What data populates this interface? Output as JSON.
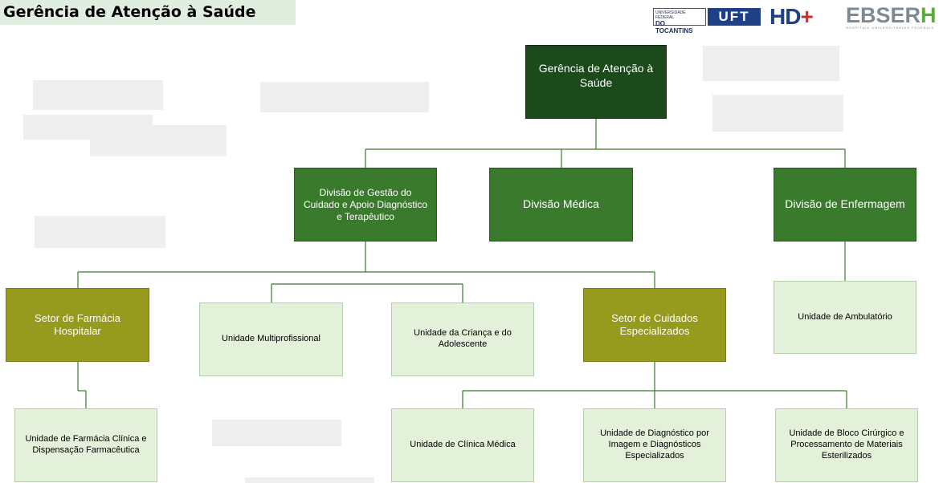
{
  "title": "Gerência de Atenção à Saúde",
  "logos": {
    "uft_line1": "UNIVERSIDADE FEDERAL",
    "uft_line2": "DO TOCANTINS",
    "uft_mark": "UFT",
    "hd_mark": "HD",
    "hd_plus": "+",
    "ebserh_main": "EBSER",
    "ebserh_h": "H",
    "ebserh_sub": "HOSPITAIS UNIVERSITÁRIOS FEDERAIS"
  },
  "org": {
    "root": "Gerência de Atenção à Saúde",
    "div_gestao": "Divisão de Gestão do Cuidado e Apoio Diagnóstico e Terapêutico",
    "div_medica": "Divisão Médica",
    "div_enfermagem": "Divisão de Enfermagem",
    "setor_farmacia": "Setor de Farmácia Hospitalar",
    "unid_multi": "Unidade Multiprofissional",
    "unid_crianca": "Unidade da Criança e do Adolescente",
    "setor_cuidados": "Setor de Cuidados Especializados",
    "unid_ambulatorio": "Unidade de Ambulatório",
    "unid_farmacia_clinica": "Unidade de Farmácia Clínica e Dispensação Farmacêutica",
    "unid_clinica_medica": "Unidade de Clínica Médica",
    "unid_diagnostico": "Unidade de Diagnóstico por Imagem e Diagnósticos Especializados",
    "unid_bloco": "Unidade de Bloco Cirúrgico e Processamento de Materiais Esterilizados"
  },
  "colors": {
    "root": "#1d4a1c",
    "division": "#3a7a2c",
    "sector": "#969a1d",
    "unit": "#e3f1da",
    "title_bg": "#dfeede"
  }
}
